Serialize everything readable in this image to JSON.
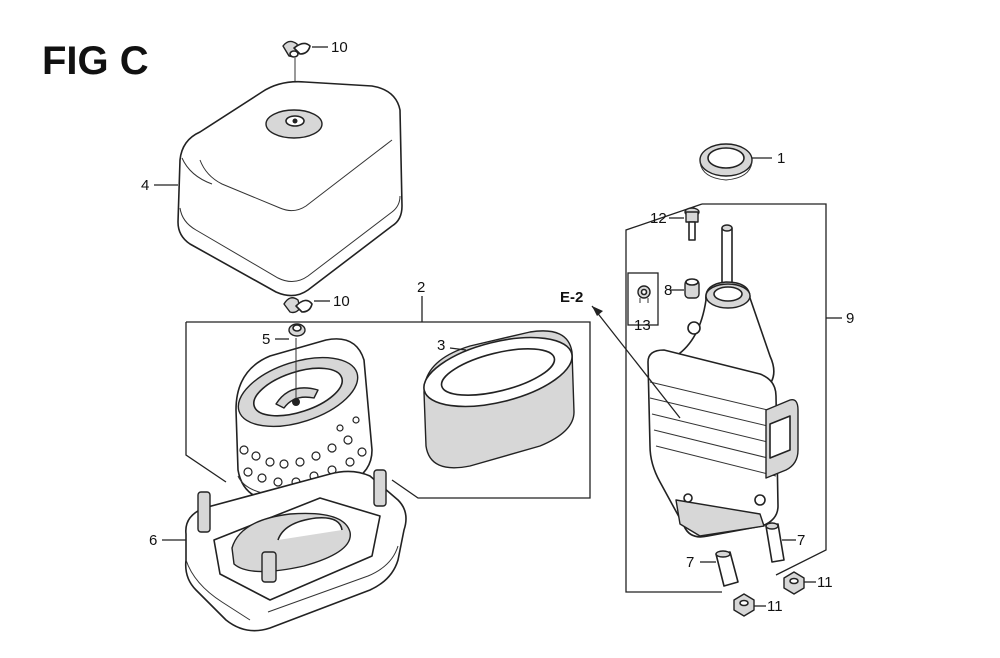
{
  "figure": {
    "title": "FIG C"
  },
  "colors": {
    "ink": "#222222",
    "background": "#ffffff",
    "shade": "#d7d7d7"
  },
  "callouts": {
    "c1": "1",
    "c2": "2",
    "c3": "3",
    "c4": "4",
    "c5": "5",
    "c6": "6",
    "c7a": "7",
    "c7b": "7",
    "c8": "8",
    "c9": "9",
    "c10a": "10",
    "c10b": "10",
    "c11a": "11",
    "c11b": "11",
    "c12": "12",
    "c13": "13"
  },
  "reference": {
    "label": "E-2"
  }
}
